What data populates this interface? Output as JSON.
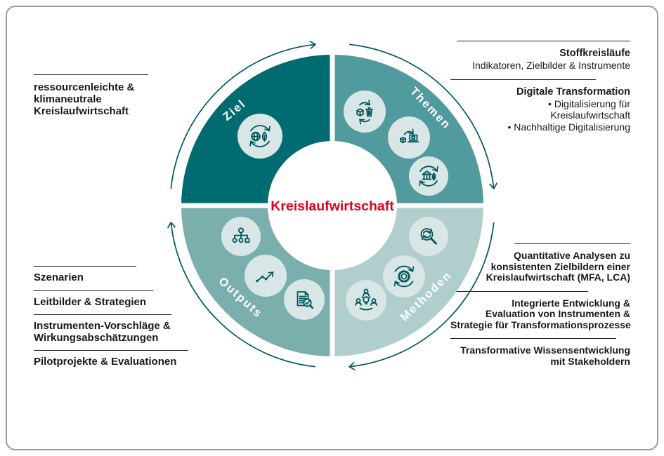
{
  "figure": {
    "center_label": "Kreislaufwirtschaft",
    "center_color": "#E2001F",
    "stroke_color": "#00565C",
    "icon_bubble_color": "#D8E6E5",
    "quadrants": {
      "ziel": {
        "label": "Ziel",
        "color": "#006B70",
        "icons": [
          "globe-leaf-recycle-icon"
        ]
      },
      "themen": {
        "label": "Themen",
        "color": "#519B9E",
        "icons": [
          "cube-trash-cycle-icon",
          "cube-laptop-icon",
          "institution-leaf-cycle-icon"
        ]
      },
      "methoden": {
        "label": "Methoden",
        "color": "#AFCECC",
        "icons": [
          "magnifier-refresh-icon",
          "gear-cycle-icon",
          "stakeholder-idea-icon"
        ]
      },
      "outputs": {
        "label": "Outputs",
        "color": "#7BAFAD",
        "icons": [
          "hierarchy-icon",
          "trend-chart-icon",
          "document-check-icon"
        ]
      }
    }
  },
  "left_column": {
    "goal": {
      "lines": [
        "ressourcenleichte &",
        "klimaneutrale",
        "Kreislaufwirtschaft"
      ]
    },
    "items": [
      {
        "lines": [
          "Szenarien"
        ]
      },
      {
        "lines": [
          "Leitbilder & Strategien"
        ]
      },
      {
        "lines": [
          "Instrumenten-Vorschläge &",
          "Wirkungsabschätzungen"
        ]
      },
      {
        "lines": [
          "Pilotprojekte & Evaluationen"
        ]
      }
    ]
  },
  "right_column": {
    "themes": [
      {
        "title": "Stoffkreisläufe",
        "lines": [
          "Indikatoren, Zielbilder & Instrumente"
        ]
      },
      {
        "title": "Digitale Transformation",
        "lines": [
          "• Digitalisierung für",
          "Kreislaufwirtschaft",
          "• Nachhaltige Digitalisierung"
        ]
      }
    ],
    "methods": [
      {
        "lines": [
          "Quantitative Analysen zu",
          "konsistenten Zielbildern einer",
          "Kreislaufwirtschaft (MFA, LCA)"
        ]
      },
      {
        "lines": [
          "Integrierte Entwicklung &",
          "Evaluation von Instrumenten &",
          "Strategie für Transformationsprozesse"
        ]
      },
      {
        "lines": [
          "Transformative Wissensentwicklung",
          "mit Stakeholdern"
        ]
      }
    ]
  }
}
